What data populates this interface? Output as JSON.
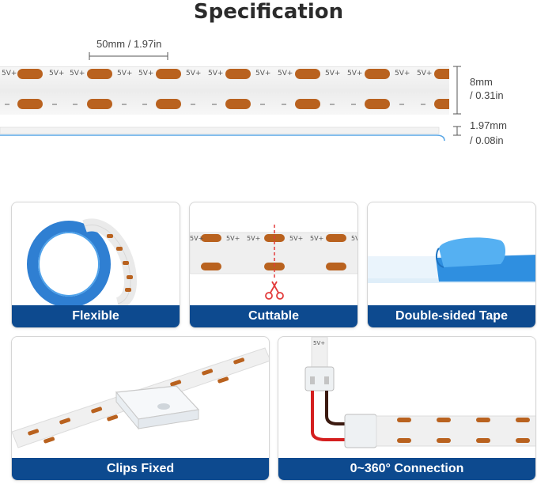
{
  "header": {
    "title": "Specification"
  },
  "dimensions": {
    "cut_spacing": "50mm / 1.97in",
    "width_mm": "8mm",
    "width_in": "/ 0.31in",
    "thickness_mm": "1.97mm",
    "thickness_in": "/ 0.08in"
  },
  "strip_labels": {
    "positive": "5V+",
    "negative": "–"
  },
  "features": [
    {
      "label": "Flexible"
    },
    {
      "label": "Cuttable"
    },
    {
      "label": "Double-sided Tape"
    },
    {
      "label": "Clips Fixed"
    },
    {
      "label": "0~360° Connection"
    }
  ],
  "colors": {
    "banner": "#0d4a8f",
    "pad_copper": "#b9621f",
    "tape_blue": "#2f8fe0",
    "cut_line": "#e23b3b"
  }
}
